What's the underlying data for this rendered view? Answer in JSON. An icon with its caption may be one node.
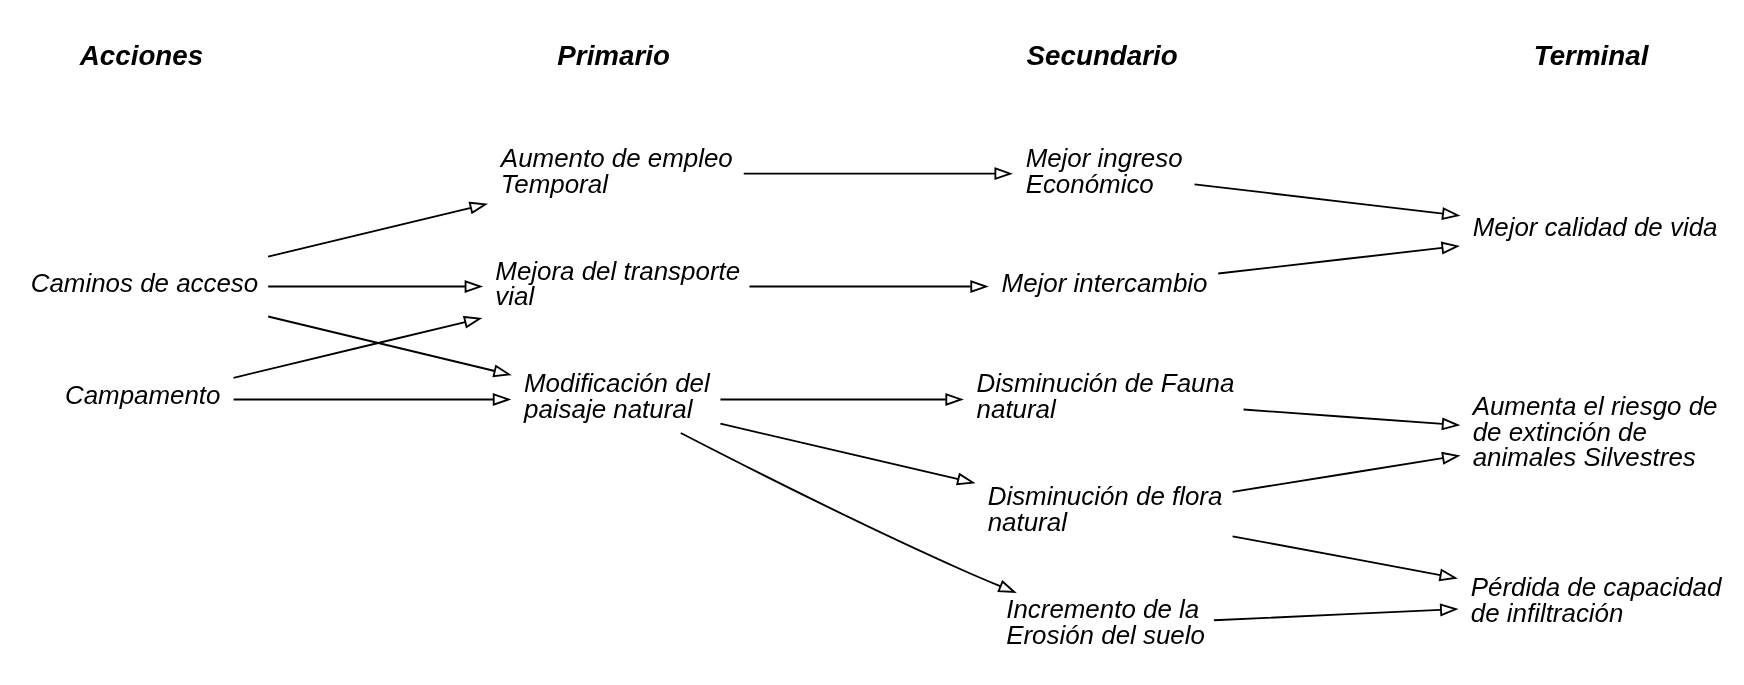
{
  "diagram": {
    "nodes": [
      {
        "text": [
          "Campamento"
        ]
      },
      {
        "text": [
          "Caminos de acceso"
        ]
      },
      {
        "text": [
          "Modificación del paisaje natural"
        ]
      },
      {
        "text": [
          "Mejora del transporte vial"
        ]
      },
      {
        "text": [
          "Aumento de empleo Temporal"
        ]
      },
      {
        "text": [
          "Incremento de la Erosión del suelo"
        ]
      },
      {
        "text": [
          "Disminución de flora natural"
        ]
      },
      {
        "text": [
          "Disminución de Fauna natural"
        ]
      },
      {
        "text": [
          "Mejor intercambio"
        ]
      },
      {
        "text": [
          "Mejor ingreso Económico"
        ]
      },
      {
        "text": [
          "Pérdida de capacidad de infiltración"
        ]
      },
      {
        "text": [
          "Aumenta el riesgo de de extinción de animales Silvestres"
        ]
      },
      {
        "text": [
          "Mejor calidad de vida"
        ]
      }
    ],
    "edges": [
      {
        "from": 0,
        "to": 2,
        "arrow": "to"
      },
      {
        "from": 0,
        "to": 3,
        "arrow": "to"
      },
      {
        "from": 1,
        "to": 2,
        "arrow": "to"
      },
      {
        "from": 1,
        "to": 3,
        "arrow": "to"
      },
      {
        "from": 1,
        "to": 4,
        "arrow": "to"
      },
      {
        "from": 2,
        "to": 5,
        "arrow": "to"
      },
      {
        "from": 2,
        "to": 6,
        "arrow": "to"
      },
      {
        "from": 2,
        "to": 7,
        "arrow": "to"
      },
      {
        "from": 3,
        "to": 8,
        "arrow": "to"
      },
      {
        "from": 4,
        "to": 9,
        "arrow": "to"
      },
      {
        "from": 5,
        "to": 10,
        "arrow": "to"
      },
      {
        "from": 6,
        "to": 10,
        "arrow": "to"
      },
      {
        "from": 6,
        "to": 11,
        "arrow": "to"
      },
      {
        "from": 7,
        "to": 11,
        "arrow": "to"
      },
      {
        "from": 8,
        "to": 12,
        "arrow": "to"
      },
      {
        "from": 9,
        "to": 12,
        "arrow": "to"
      }
    ],
    "labels": [
      "Acciones",
      "Primario",
      "Secundario",
      "Terminal"
    ]
  }
}
